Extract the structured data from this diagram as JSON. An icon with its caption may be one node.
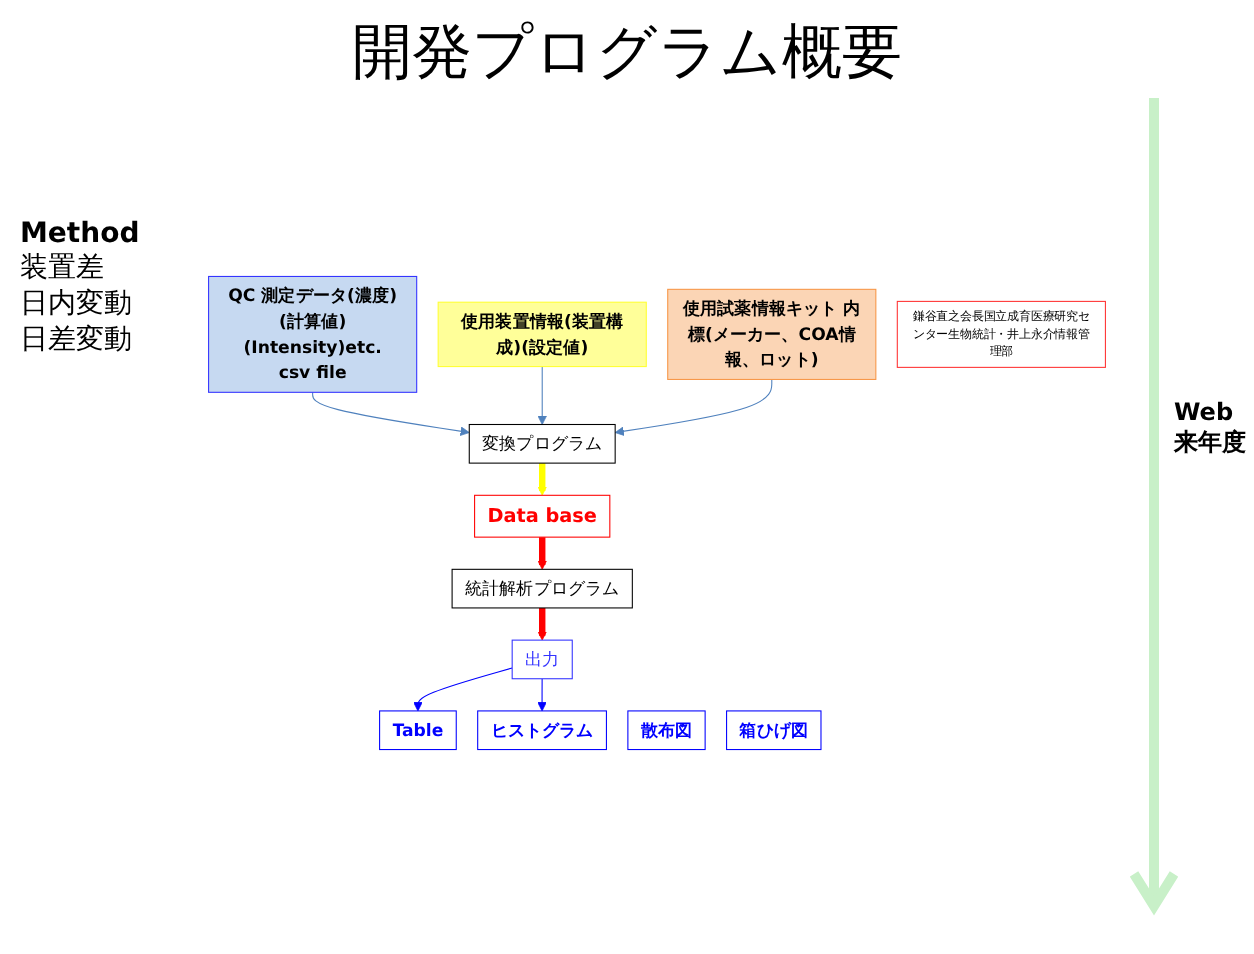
{
  "diagram": {
    "title": "開発プログラム概要",
    "nodes": [
      {
        "text": [
          "QC 測定データ(濃度)(計算値)(Intensity)etc.",
          "csv file"
        ]
      },
      {
        "text": [
          "使用装置情報(装置構成)(設定値)"
        ]
      },
      {
        "text": [
          "使用試薬情報キット 内標(メーカー、COA情報、ロット)"
        ]
      },
      {
        "text": [
          "変換プログラム"
        ]
      },
      {
        "text": [
          "Data base"
        ]
      },
      {
        "text": [
          "統計解析プログラム"
        ]
      },
      {
        "text": [
          "出力"
        ]
      },
      {
        "text": [
          "Table"
        ]
      },
      {
        "text": [
          "散布図"
        ]
      },
      {
        "text": [
          "箱ひげ図"
        ]
      },
      {
        "text": [
          "ヒストグラム"
        ]
      },
      {
        "text": [
          "鎌谷直之会長国立成育医療研究センター生物統計・井上永介情報管理部"
        ]
      }
    ],
    "edges": [
      {
        "from": 0,
        "to": 3,
        "arrow": "to"
      },
      {
        "from": 1,
        "to": 3,
        "arrow": "to"
      },
      {
        "from": 2,
        "to": 3,
        "arrow": "to"
      },
      {
        "from": 3,
        "to": 4,
        "arrow": "to",
        "style": "thick",
        "color": "#ffff00"
      },
      {
        "from": 4,
        "to": 5,
        "arrow": "to",
        "style": "thick",
        "color": "#ff0000"
      },
      {
        "from": 5,
        "to": 6,
        "arrow": "to",
        "style": "thick",
        "color": "#ff0000"
      },
      {
        "from": 6,
        "to": 7,
        "arrow": "to",
        "color": "#0000ff"
      },
      {
        "from": 6,
        "to": 10,
        "arrow": "to",
        "color": "#0000ff"
      }
    ],
    "labels": [
      "Method",
      "装置差",
      "日内変動",
      "日差変動",
      "Web",
      "来年度"
    ]
  }
}
